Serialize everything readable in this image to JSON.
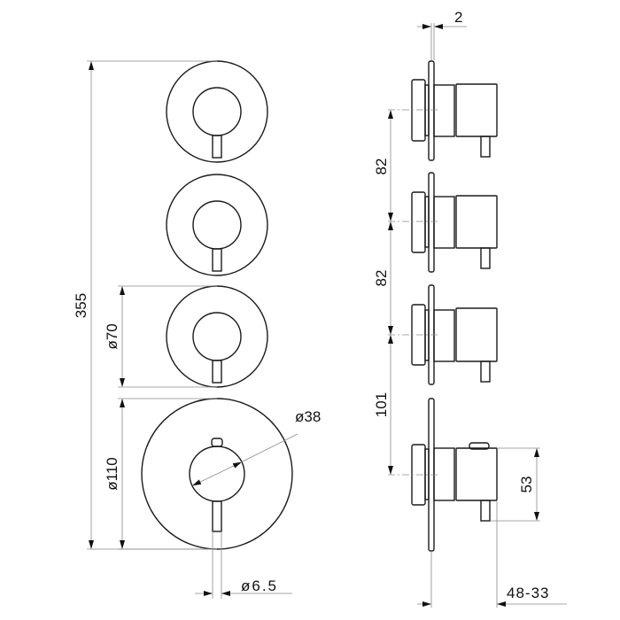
{
  "drawing": {
    "front_view": {
      "overall_height": "355",
      "small_plate_diameter": "ø70",
      "large_plate_diameter": "ø110",
      "handle_diameter": "ø38",
      "lever_diameter": "ø6.5"
    },
    "side_view": {
      "plate_thickness": "2",
      "spacing_1": "82",
      "spacing_2": "82",
      "spacing_3": "101",
      "body_height": "53",
      "depth_range": "48-33"
    }
  }
}
